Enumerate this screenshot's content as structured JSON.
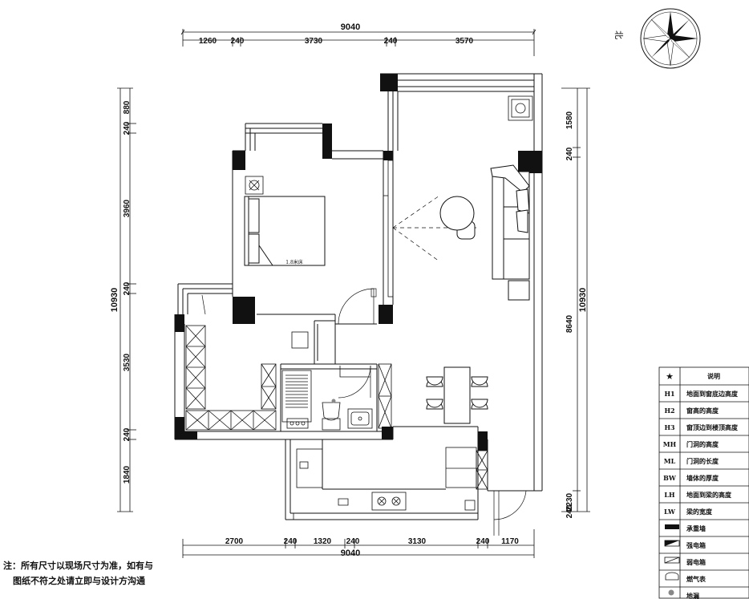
{
  "top_dims": {
    "total": "9040",
    "segments": [
      "1260",
      "240",
      "3730",
      "240",
      "3570"
    ]
  },
  "bottom_dims": {
    "total": "9040",
    "segments": [
      "2700",
      "240",
      "1320",
      "240",
      "3130",
      "240",
      "1170"
    ]
  },
  "left_dims": {
    "total": "10930",
    "segments": [
      "880",
      "240",
      "3960",
      "240",
      "3530",
      "240",
      "1840"
    ]
  },
  "right_dims": {
    "total": "10930",
    "segments": [
      "1580",
      "240",
      "8640",
      "2230",
      "240"
    ]
  },
  "compass_label": "北",
  "bed_label": "1.8米床",
  "note": {
    "line1": "注：所有尺寸以现场尺寸为准，如有与",
    "line2": "图纸不符之处请立即与设计方沟通"
  },
  "legend": {
    "header_symbol": "★",
    "header_text": "说明",
    "rows": [
      {
        "code": "H1",
        "text": "地面到窗底边高度",
        "icon": "text-code"
      },
      {
        "code": "H2",
        "text": "窗高的高度",
        "icon": "text-code"
      },
      {
        "code": "H3",
        "text": "窗顶边到楼顶高度",
        "icon": "text-code"
      },
      {
        "code": "MH",
        "text": "门洞的高度",
        "icon": "text-code"
      },
      {
        "code": "ML",
        "text": "门洞的长度",
        "icon": "text-code"
      },
      {
        "code": "BW",
        "text": "墙体的厚度",
        "icon": "text-code"
      },
      {
        "code": "LH",
        "text": "地面到梁的高度",
        "icon": "text-code"
      },
      {
        "code": "LW",
        "text": "梁的宽度",
        "icon": "text-code"
      },
      {
        "code": "",
        "text": "承重墙",
        "icon": "bearing-wall-icon"
      },
      {
        "code": "",
        "text": "强电箱",
        "icon": "power-box-icon"
      },
      {
        "code": "",
        "text": "弱电箱",
        "icon": "weak-box-icon"
      },
      {
        "code": "",
        "text": "燃气表",
        "icon": "gas-meter-icon"
      },
      {
        "code": "",
        "text": "地漏",
        "icon": "floor-drain-icon"
      }
    ]
  }
}
